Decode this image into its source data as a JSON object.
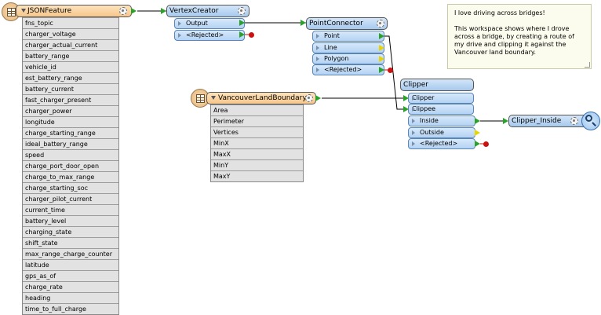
{
  "colors": {
    "reader_header": "#f7c68a",
    "transformer_header": "#a6c9ee",
    "connection_line": "#000000",
    "connected_port": "#2aa12a",
    "unconnected_port": "#e8d400",
    "rejected_dot": "#cc1111"
  },
  "json_feature": {
    "title": "JSONFeature",
    "icon": "table-icon",
    "attributes": [
      "fns_topic",
      "charger_voltage",
      "charger_actual_current",
      "battery_range",
      "vehicle_id",
      "est_battery_range",
      "battery_current",
      "fast_charger_present",
      "charger_power",
      "longitude",
      "charge_starting_range",
      "ideal_battery_range",
      "speed",
      "charge_port_door_open",
      "charge_to_max_range",
      "charge_starting_soc",
      "charger_pilot_current",
      "current_time",
      "battery_level",
      "charging_state",
      "shift_state",
      "max_range_charge_counter",
      "latitude",
      "gps_as_of",
      "charge_rate",
      "heading",
      "time_to_full_charge"
    ]
  },
  "vertex_creator": {
    "title": "VertexCreator",
    "ports": [
      "Output",
      "<Rejected>"
    ]
  },
  "point_connector": {
    "title": "PointConnector",
    "ports": [
      "Point",
      "Line",
      "Polygon",
      "<Rejected>"
    ]
  },
  "vancouver": {
    "title": "VancouverLandBoundary",
    "icon": "table-icon",
    "attributes": [
      "Area",
      "Perimeter",
      "Vertices",
      "MinX",
      "MaxX",
      "MinY",
      "MaxY"
    ]
  },
  "clipper": {
    "title": "Clipper",
    "inputs": [
      "Clipper",
      "Clippee"
    ],
    "outputs": [
      "Inside",
      "Outside",
      "<Rejected>"
    ]
  },
  "clipper_inside": {
    "title": "Clipper_Inside",
    "icon": "magnifier-icon"
  },
  "annotation": {
    "line1": "I love driving across bridges!",
    "line2": "This workspace shows where I drove across a bridge, by creating a route of my drive and clipping it against the Vancouver land boundary."
  }
}
